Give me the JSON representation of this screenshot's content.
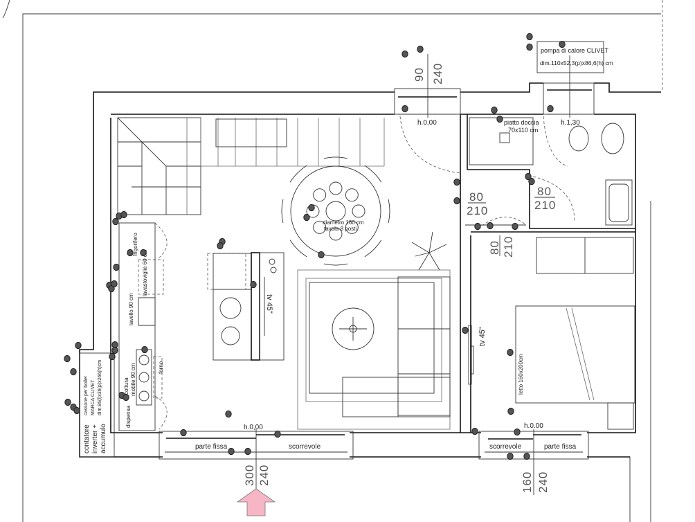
{
  "dimensions": {
    "top_left_window": [
      "90",
      "240"
    ],
    "doors_80": [
      "80",
      "80",
      "80"
    ],
    "doors_210": [
      "210",
      "210",
      "210"
    ],
    "entrance_window": [
      "300",
      "240"
    ],
    "bedroom_window": [
      "160",
      "240"
    ]
  },
  "heights": {
    "kitchen_window": "h.0,00",
    "bath_window": "h.1,30",
    "living_window": "h.0,00",
    "bedroom_window": "h.0.00"
  },
  "windows": {
    "living_fixed": "parte fissa",
    "living_sliding": "scorrevole",
    "bedroom_sliding": "scorrevole",
    "bedroom_fixed": "parte fissa"
  },
  "bathroom": {
    "shower_line1": "piatto doccia",
    "shower_line2": "70x110 cm"
  },
  "heat_pump": {
    "line1": "pompa di calore CLIVET",
    "line2": "dim.110x52,3(p)x86,6(h) cm"
  },
  "dining": {
    "line1": "diametro 160 cm",
    "line2": "tavola 8 posti"
  },
  "living": {
    "tv": "tv 45\""
  },
  "bedroom": {
    "tv": "tv 45\"",
    "bed": "letto 160x200cm"
  },
  "utility": {
    "line1": "contatore",
    "line2": "inverter +",
    "line3": "accumulo"
  },
  "boiler": {
    "line1": "cassone per boiler",
    "line2": "MARCA CLIVET",
    "line3": "dim.95(l)x36(p)x266(h)cm"
  },
  "kitchen": {
    "fridge": "frigorifero",
    "dishwasher": "lavastoviglie 60 cm",
    "sink": "lavello 90 cm",
    "hob": "cottura",
    "hob_unit": "mobile 90 cm",
    "oven": "forno",
    "pantry": "dispensa"
  },
  "colors": {
    "entrance_arrow": "#f7b6c6",
    "markers": "#555555"
  }
}
